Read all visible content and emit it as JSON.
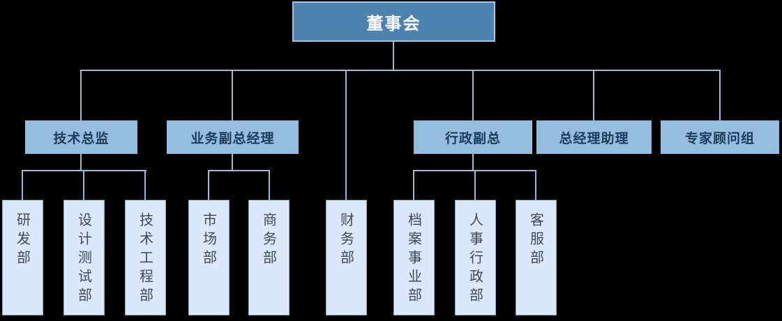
{
  "diagram": {
    "type": "org-chart",
    "background": "#000000"
  },
  "colors": {
    "page_bg": "#000000",
    "root_fill": "#4e82ae",
    "root_border": "#a5c2dd",
    "root_text": "#ffffff",
    "manager_fill": "#95bde0",
    "manager_text": "#1f3a56",
    "dept_fill": "#d9e8fa",
    "dept_border": "#8aa5c0",
    "dept_text": "#3f4a58",
    "connector": "#9fbbd6"
  },
  "org": {
    "root": {
      "label": "董事会"
    },
    "managers": [
      {
        "label": "技术总监",
        "parent": "董事会"
      },
      {
        "label": "业务副总经理",
        "parent": "董事会"
      },
      {
        "label": "行政副总",
        "parent": "董事会"
      },
      {
        "label": "总经理助理",
        "parent": "董事会"
      },
      {
        "label": "专家顾问组",
        "parent": "董事会"
      }
    ],
    "departments": [
      {
        "label": "研发部",
        "parent": "技术总监"
      },
      {
        "label": "设计测试部",
        "parent": "技术总监"
      },
      {
        "label": "技术工程部",
        "parent": "技术总监"
      },
      {
        "label": "市场部",
        "parent": "业务副总经理"
      },
      {
        "label": "商务部",
        "parent": "业务副总经理"
      },
      {
        "label": "财务部",
        "parent": "董事会"
      },
      {
        "label": "档案事业部",
        "parent": "行政副总"
      },
      {
        "label": "人事行政部",
        "parent": "行政副总"
      },
      {
        "label": "客服部",
        "parent": "行政副总"
      }
    ]
  }
}
